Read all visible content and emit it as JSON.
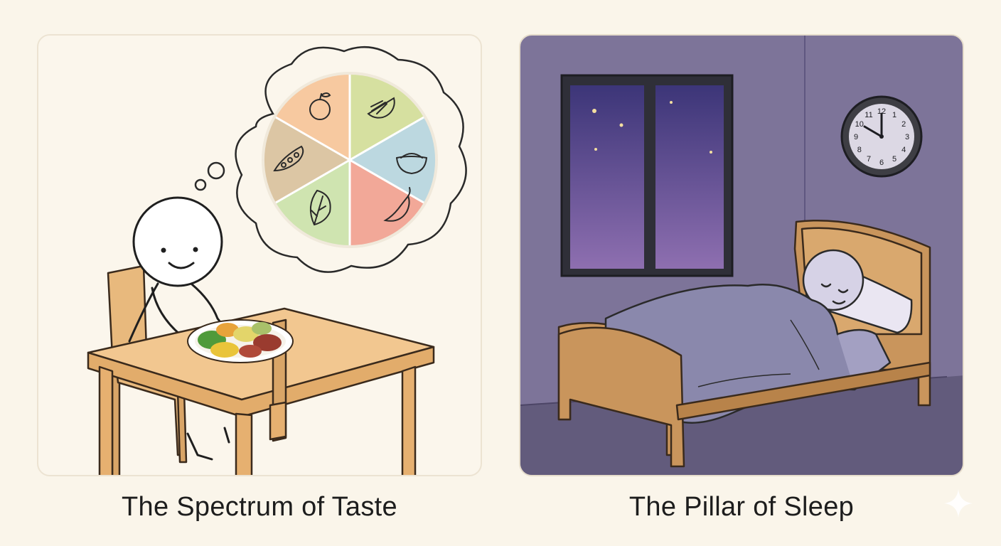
{
  "panels": [
    {
      "caption": "The Spectrum of Taste"
    },
    {
      "caption": "The Pillar of Sleep"
    }
  ],
  "clock": {
    "numbers": [
      "12",
      "1",
      "2",
      "3",
      "4",
      "5",
      "6",
      "7",
      "8",
      "9",
      "10",
      "11"
    ]
  },
  "colors": {
    "background": "#faf5ea",
    "sleep_wall": "#7d7499",
    "table_wood": "#f2c790",
    "bed_wood": "#c9955c"
  },
  "icons": [
    "thought-bubble-icon",
    "orange-icon",
    "lime-icon",
    "bowl-icon",
    "chili-icon",
    "lettuce-icon",
    "pea-pod-icon",
    "moon-icon",
    "star-icon",
    "clock-icon",
    "sparkle-icon"
  ]
}
